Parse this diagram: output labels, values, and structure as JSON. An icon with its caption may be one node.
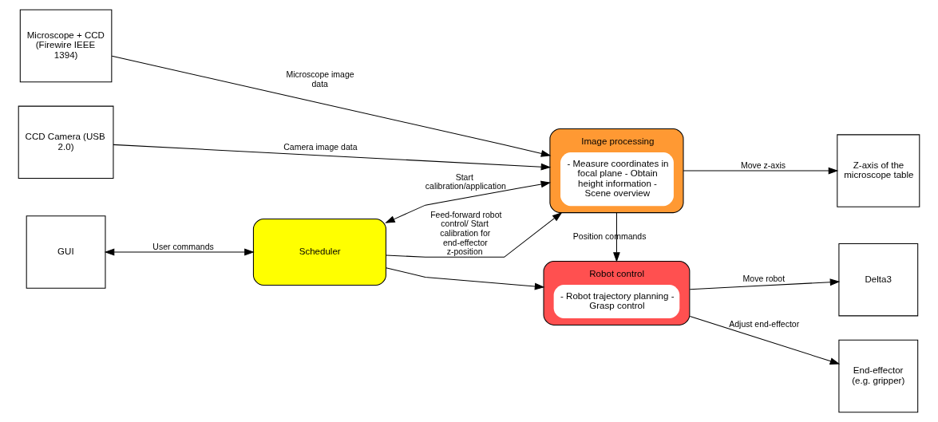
{
  "diagram": {
    "nodes": [
      {
        "text": [
          "GUI"
        ]
      },
      {
        "text": [
          "Scheduler"
        ]
      },
      {
        "text": [
          "Image processing",
          "- Measure coordinates in focal plane - Obtain height information - Scene overview"
        ]
      },
      {
        "text": [
          "Z-axis of the microscope table"
        ]
      },
      {
        "text": [
          "Microscope + CCD (Firewire IEEE 1394)"
        ]
      },
      {
        "text": [
          "Delta3"
        ]
      },
      {
        "text": [
          "Robot control",
          "- Robot trajectory planning - Grasp control"
        ]
      },
      {
        "text": [
          "CCD Camera (USB 2.0)"
        ]
      },
      {
        "text": [
          "End-effector (e.g. gripper)"
        ]
      }
    ],
    "edges": [
      {
        "from": 0,
        "to": 1,
        "arrow": "both",
        "label": "User commands"
      },
      {
        "from": 1,
        "to": 2,
        "arrow": "both",
        "label": "Start calibration/application"
      },
      {
        "from": 1,
        "to": 2,
        "arrow": "to",
        "label": "Feed-forward robot control/ Start calibration for end-effector z-position"
      },
      {
        "from": 1,
        "to": 6,
        "arrow": "to"
      },
      {
        "from": 7,
        "to": 2,
        "arrow": "to",
        "label": "Camera image data"
      },
      {
        "from": 4,
        "to": 2,
        "arrow": "to",
        "label": "Microscope image data"
      },
      {
        "from": 2,
        "to": 3,
        "arrow": "to",
        "label": "Move z-axis"
      },
      {
        "from": 2,
        "to": 6,
        "arrow": "to",
        "label": "Position commands"
      },
      {
        "from": 6,
        "to": 5,
        "arrow": "to",
        "label": "Move robot"
      },
      {
        "from": 6,
        "to": 8,
        "arrow": "to",
        "label": "Adjust end-effector"
      }
    ]
  }
}
